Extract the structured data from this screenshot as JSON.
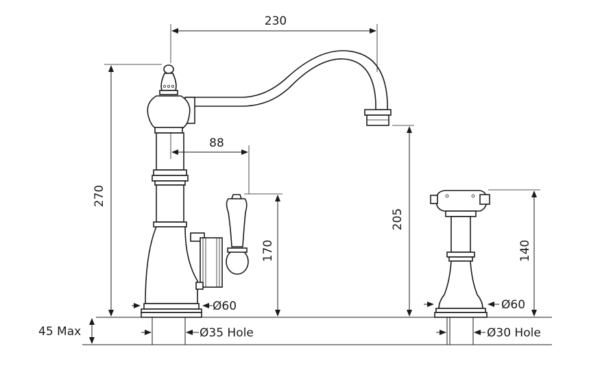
{
  "dimensions": {
    "spout_reach": "230",
    "total_height": "270",
    "handle_offset": "88",
    "handle_height": "170",
    "spout_height": "205",
    "spray_height": "140",
    "mixer_base": "Ø60",
    "spray_base": "Ø60",
    "mixer_hole": "Ø35 Hole",
    "spray_hole": "Ø30 Hole",
    "deck_thickness": "45 Max"
  }
}
